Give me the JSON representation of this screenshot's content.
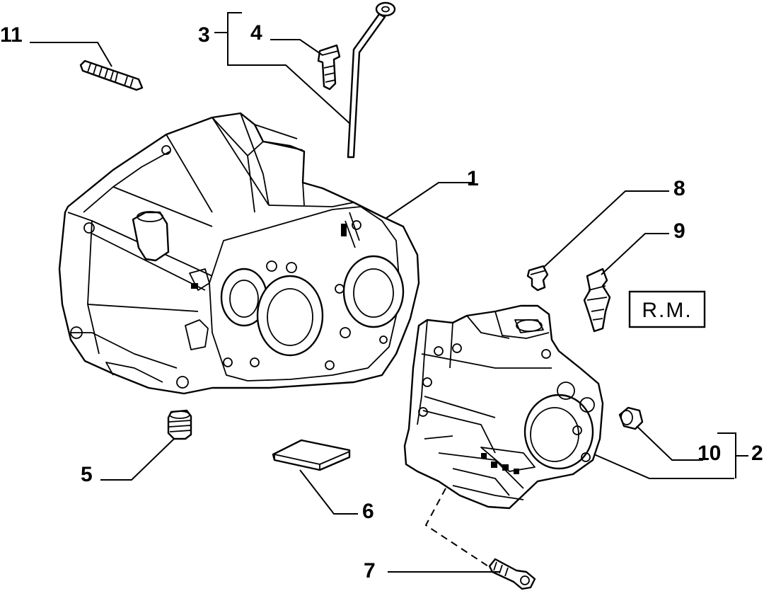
{
  "callouts": {
    "c1": "1",
    "c2": "2",
    "c3": "3",
    "c4": "4",
    "c5": "5",
    "c6": "6",
    "c7": "7",
    "c8": "8",
    "c9": "9",
    "c10": "10",
    "c11": "11"
  },
  "badge": {
    "text": "R.M."
  }
}
